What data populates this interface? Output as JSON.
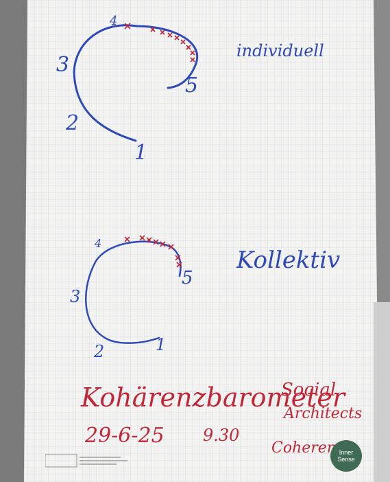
{
  "flipchart": {
    "top_chart": {
      "label": "individuell",
      "points": [
        "1",
        "2",
        "3",
        "4",
        "5"
      ]
    },
    "bottom_chart": {
      "label": "Kollektiv",
      "points": [
        "1",
        "2",
        "3",
        "4",
        "5"
      ]
    },
    "title": "Kohärenzbarometer",
    "date": "29-6-25",
    "time": "9.30",
    "side_note": [
      "Social",
      "Architects",
      "Coherent"
    ],
    "badge_text": "Inner Sense"
  },
  "colors": {
    "blue_marker": "#2f49b8",
    "red_marker": "#c0283a",
    "badge_green": "#3f6b55",
    "wall": "#6e6e6e",
    "paper": "#f3f4f1",
    "grid": "#d3d8df"
  }
}
